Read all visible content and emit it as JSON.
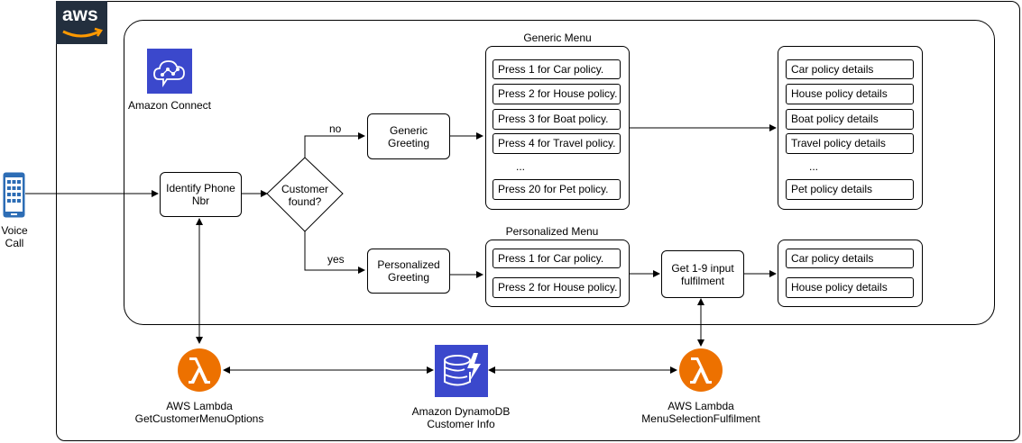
{
  "colors": {
    "aws_dark": "#232f3e",
    "aws_orange": "#ff9900",
    "connect_blue": "#3b48cc",
    "dynamodb_blue": "#3b48cc",
    "lambda_orange": "#ed7100",
    "phone_blue": "#2d6db5"
  },
  "icons": {
    "aws_logo": "aws-logo",
    "phone": "mobile-phone-icon",
    "connect": "amazon-connect-icon",
    "lambda": "lambda-icon",
    "dynamodb": "dynamodb-icon"
  },
  "aws_logo_text": "aws",
  "voice_call": {
    "line1": "Voice",
    "line2": "Call"
  },
  "amazon_connect": {
    "label": "Amazon Connect"
  },
  "identify": {
    "line1": "Identify Phone",
    "line2": "Nbr"
  },
  "decision": {
    "line1": "Customer",
    "line2": "found?",
    "no_label": "no",
    "yes_label": "yes"
  },
  "generic_greeting": {
    "line1": "Generic",
    "line2": "Greeting"
  },
  "personalized_greeting": {
    "line1": "Personalized",
    "line2": "Greeting"
  },
  "generic_menu": {
    "title": "Generic Menu",
    "items": [
      "Press 1 for Car policy.",
      "Press 2 for House policy.",
      "Press 3 for Boat policy.",
      "Press 4 for Travel policy.",
      "Press 20 for Pet policy."
    ],
    "ellipsis": "..."
  },
  "generic_details": {
    "items": [
      "Car policy details",
      "House policy details",
      "Boat policy details",
      "Travel policy details",
      "Pet policy details"
    ],
    "ellipsis": "..."
  },
  "personalized_menu": {
    "title": "Personalized Menu",
    "items": [
      "Press 1 for Car policy.",
      "Press 2 for House policy."
    ]
  },
  "get_input": {
    "line1": "Get 1-9 input",
    "line2": "fulfilment"
  },
  "personalized_details": {
    "items": [
      "Car policy details",
      "House policy details"
    ]
  },
  "lambda_left": {
    "line1": "AWS Lambda",
    "line2": "GetCustomerMenuOptions"
  },
  "dynamodb": {
    "line1": "Amazon DynamoDB",
    "line2": "Customer Info"
  },
  "lambda_right": {
    "line1": "AWS Lambda",
    "line2": "MenuSelectionFulfilment"
  }
}
